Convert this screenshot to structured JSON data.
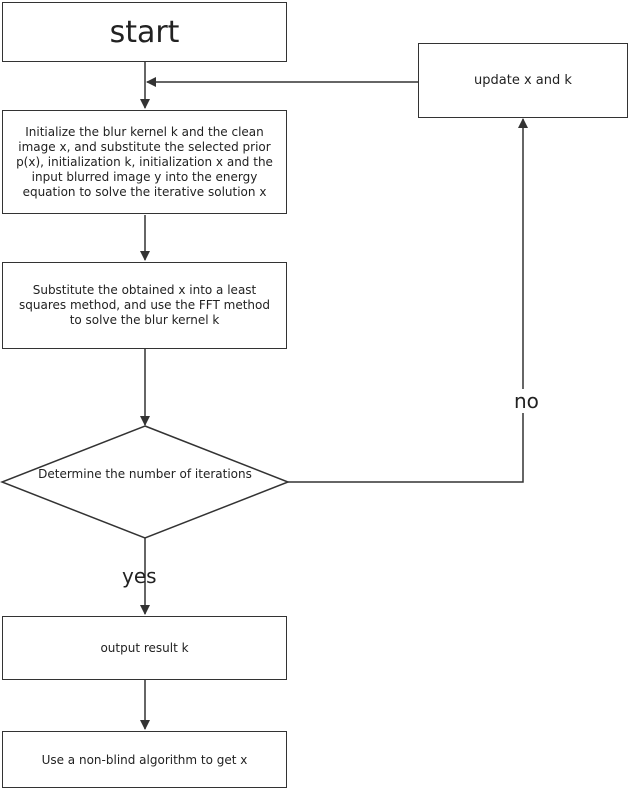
{
  "nodes": {
    "start": "start",
    "init": "Initialize the blur kernel k and the clean image x, and substitute the selected prior p(x), initialization k, initialization x and the input blurred image y into the energy equation to solve the iterative solution x",
    "substitute": "Substitute the obtained x into a least squares method, and use the FFT method to solve the blur kernel k",
    "decision": "Determine the number of iterations",
    "output": "output result k",
    "final": "Use a non-blind algorithm to get x",
    "update": "update x and k"
  },
  "edges": {
    "yes": "yes",
    "no": "no"
  }
}
